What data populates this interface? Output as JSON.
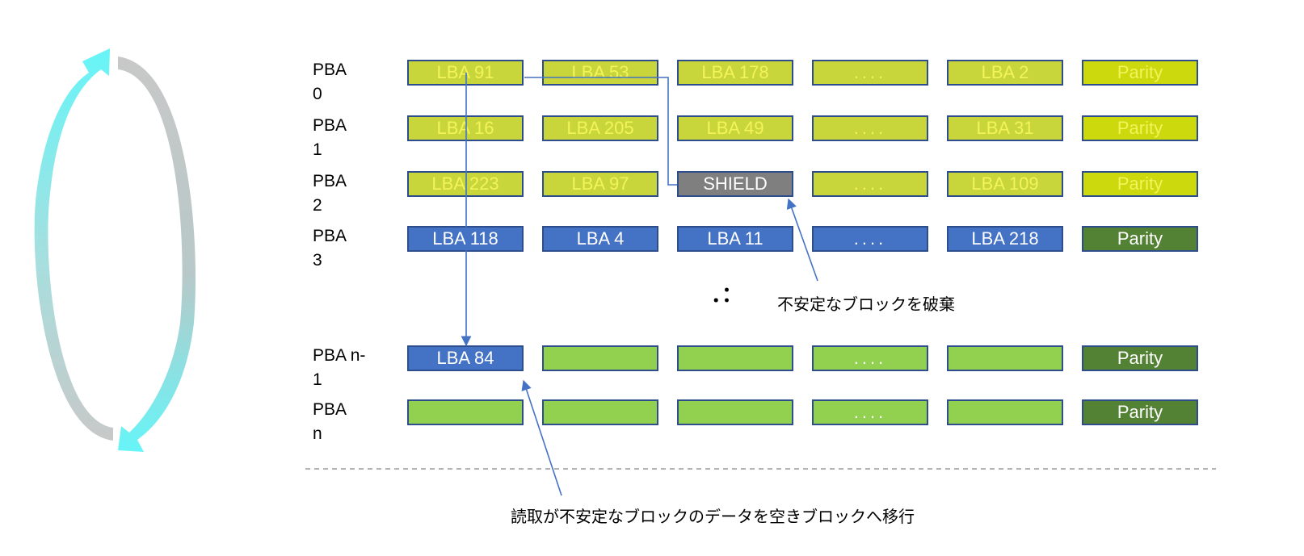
{
  "rows": [
    {
      "label": "PBA\n0",
      "cells": [
        {
          "text": "LBA 91",
          "style": "yg"
        },
        {
          "text": "LBA 53",
          "style": "yg"
        },
        {
          "text": "LBA 178",
          "style": "yg"
        },
        {
          "text": "....",
          "style": "yg"
        },
        {
          "text": "LBA 2",
          "style": "yg"
        },
        {
          "text": "Parity",
          "style": "yp"
        }
      ]
    },
    {
      "label": "PBA\n1",
      "cells": [
        {
          "text": "LBA 16",
          "style": "yg"
        },
        {
          "text": "LBA 205",
          "style": "yg"
        },
        {
          "text": "LBA 49",
          "style": "yg"
        },
        {
          "text": "....",
          "style": "yg"
        },
        {
          "text": "LBA 31",
          "style": "yg"
        },
        {
          "text": "Parity",
          "style": "yp"
        }
      ]
    },
    {
      "label": "PBA\n2",
      "cells": [
        {
          "text": "LBA 223",
          "style": "yg"
        },
        {
          "text": "LBA 97",
          "style": "yg"
        },
        {
          "text": "SHIELD",
          "style": "gr"
        },
        {
          "text": "....",
          "style": "yg"
        },
        {
          "text": "LBA 109",
          "style": "yg"
        },
        {
          "text": "Parity",
          "style": "yp"
        }
      ]
    },
    {
      "label": "PBA\n3",
      "cells": [
        {
          "text": "LBA 118",
          "style": "bl"
        },
        {
          "text": "LBA 4",
          "style": "bl"
        },
        {
          "text": "LBA 11",
          "style": "bl"
        },
        {
          "text": "....",
          "style": "bl"
        },
        {
          "text": "LBA 218",
          "style": "bl"
        },
        {
          "text": "Parity",
          "style": "dg"
        }
      ]
    },
    {
      "label": "PBA n-\n1",
      "cells": [
        {
          "text": "LBA 84",
          "style": "bl"
        },
        {
          "text": "",
          "style": "lg"
        },
        {
          "text": "",
          "style": "lg"
        },
        {
          "text": "....",
          "style": "lg"
        },
        {
          "text": "",
          "style": "lg"
        },
        {
          "text": "Parity",
          "style": "dg"
        }
      ]
    },
    {
      "label": "PBA\nn",
      "cells": [
        {
          "text": "",
          "style": "lg"
        },
        {
          "text": "",
          "style": "lg"
        },
        {
          "text": "",
          "style": "lg"
        },
        {
          "text": "....",
          "style": "lg"
        },
        {
          "text": "",
          "style": "lg"
        },
        {
          "text": "Parity",
          "style": "dg"
        }
      ]
    }
  ],
  "ellipsis": "．：",
  "notes": {
    "discard": "不安定なブロックを破棄",
    "migrate": "読取が不安定なブロックのデータを空きブロックへ移行"
  },
  "colors": {
    "arrow_line": "#4472c4",
    "cycle_arrow_cyan": "#66f5f8",
    "cycle_arrow_gray": "#c8c8c8"
  }
}
